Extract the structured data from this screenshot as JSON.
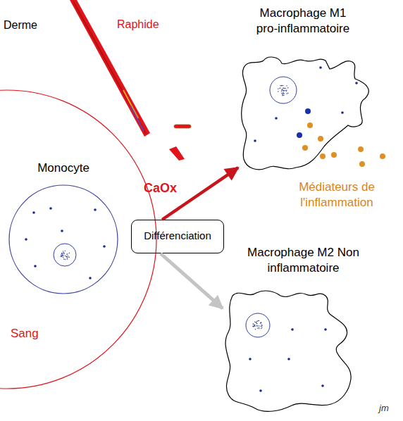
{
  "diagram": {
    "nodes": [
      {
        "text": [
          "Sang"
        ]
      },
      {
        "text": [
          "Monocyte"
        ],
        "in": 0
      },
      {
        "text": [
          "Différenciation"
        ]
      },
      {
        "text": [
          "Macrophage M1 pro-inflammatoire"
        ]
      },
      {
        "text": [
          "Macrophage M2 Non inflammatoire"
        ]
      }
    ],
    "edges": [
      {
        "from": 2,
        "to": 3,
        "arrow": "to",
        "label": "CaOx"
      },
      {
        "from": 2,
        "to": 4,
        "arrow": "to"
      }
    ],
    "labels": [
      "Derme",
      "Raphide",
      "Médiateurs de l'inflammation",
      "jm"
    ]
  }
}
